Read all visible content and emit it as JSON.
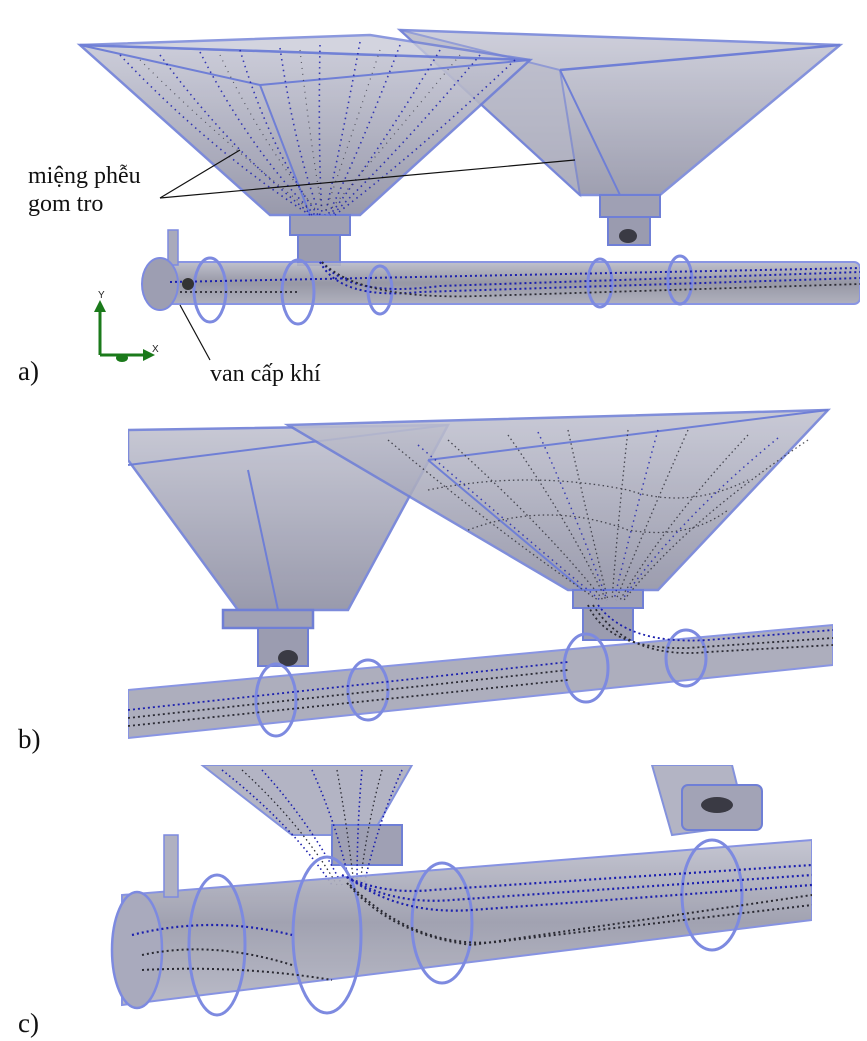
{
  "panels": [
    {
      "id": "a",
      "label": "a)"
    },
    {
      "id": "b",
      "label": "b)"
    },
    {
      "id": "c",
      "label": "c)"
    }
  ],
  "annotations": {
    "hopper_mouth": [
      "miệng phễu",
      "gom tro"
    ],
    "air_valve": "van cấp khí"
  },
  "axes": {
    "y": "Y",
    "x": "X"
  },
  "colors": {
    "hopper_edge": "#6f7fd6",
    "hopper_fill": "#a9aabd",
    "pipe_fill": "#8e8f9f",
    "ring": "#7d8ae0",
    "stream_blue": "#1b1fae",
    "stream_dark": "#2a2a33",
    "axis_green": "#1b7a1b"
  }
}
